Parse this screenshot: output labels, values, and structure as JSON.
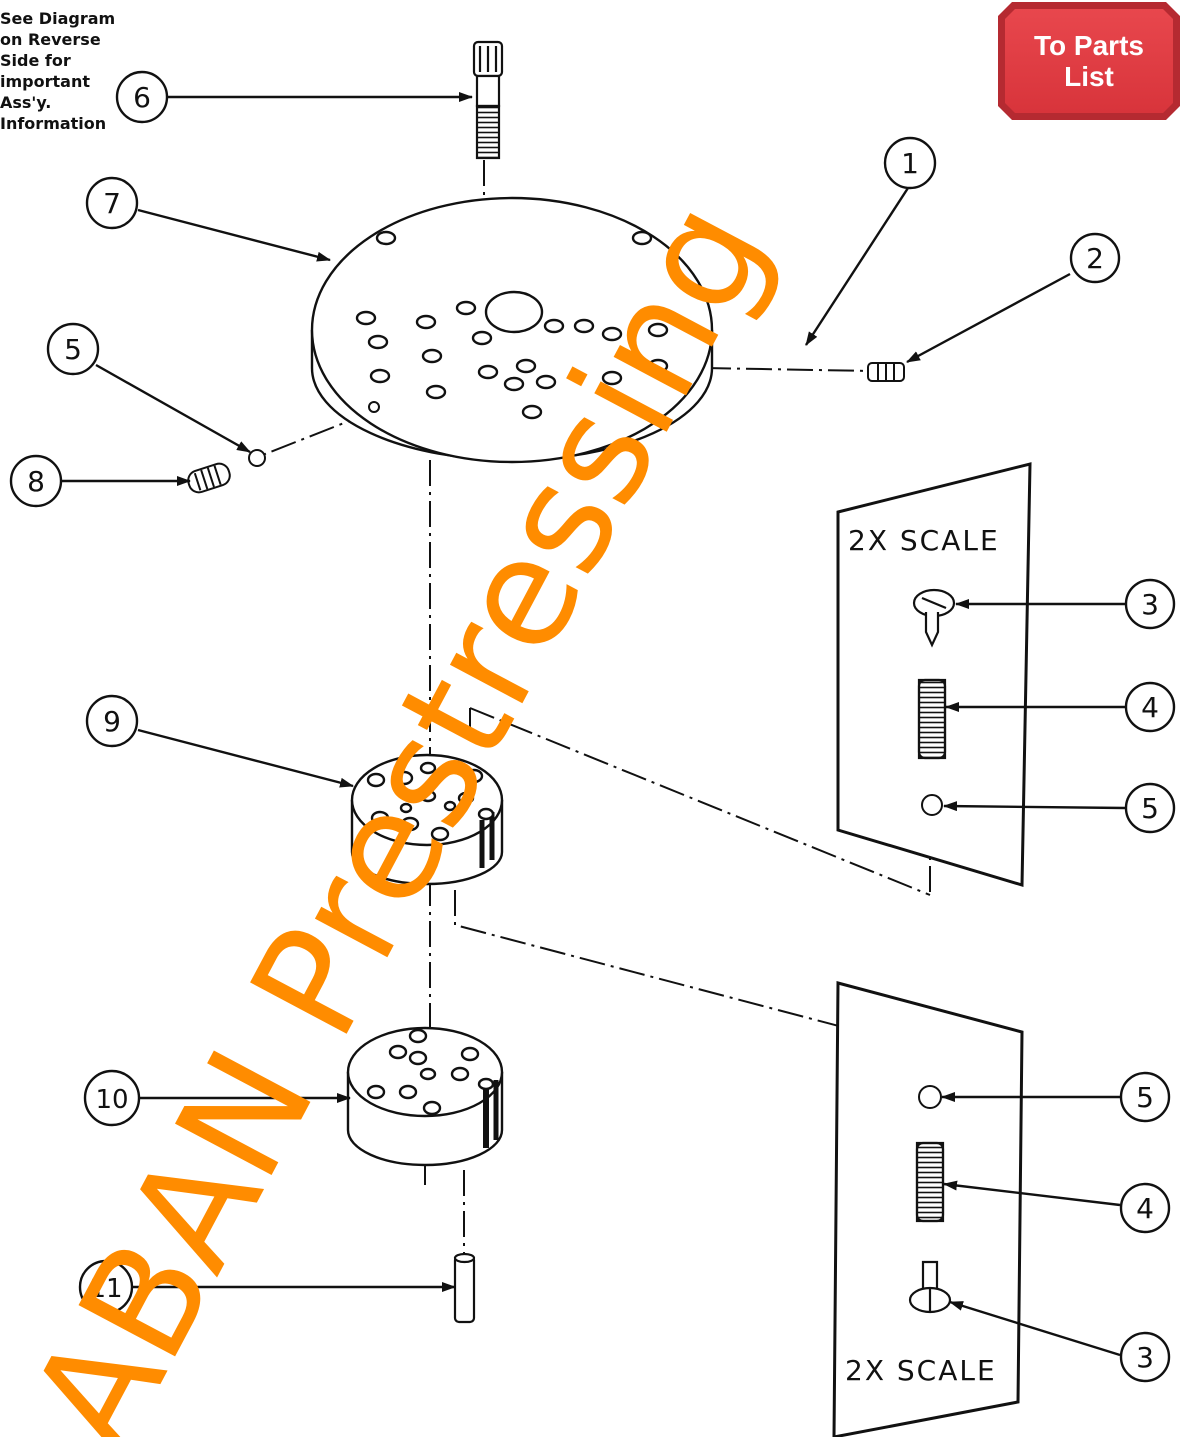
{
  "note": "See Diagram\non Reverse\nSide for\nimportant\nAss'y.\nInformation",
  "parts_button": {
    "label": "To Parts\nList",
    "color": "#e03c42"
  },
  "watermark": {
    "text": "ABAN Prestressing",
    "color": "#ff8c00"
  },
  "scale_labels": {
    "upper": "2X SCALE",
    "lower": "2X SCALE"
  },
  "callouts": {
    "c1": "1",
    "c2": "2",
    "c3_upper": "3",
    "c3_lower": "3",
    "c4_upper": "4",
    "c4_lower": "4",
    "c5_left": "5",
    "c5_upper": "5",
    "c5_lower": "5",
    "c6": "6",
    "c7": "7",
    "c8": "8",
    "c9": "9",
    "c10": "10",
    "c11": "11"
  }
}
